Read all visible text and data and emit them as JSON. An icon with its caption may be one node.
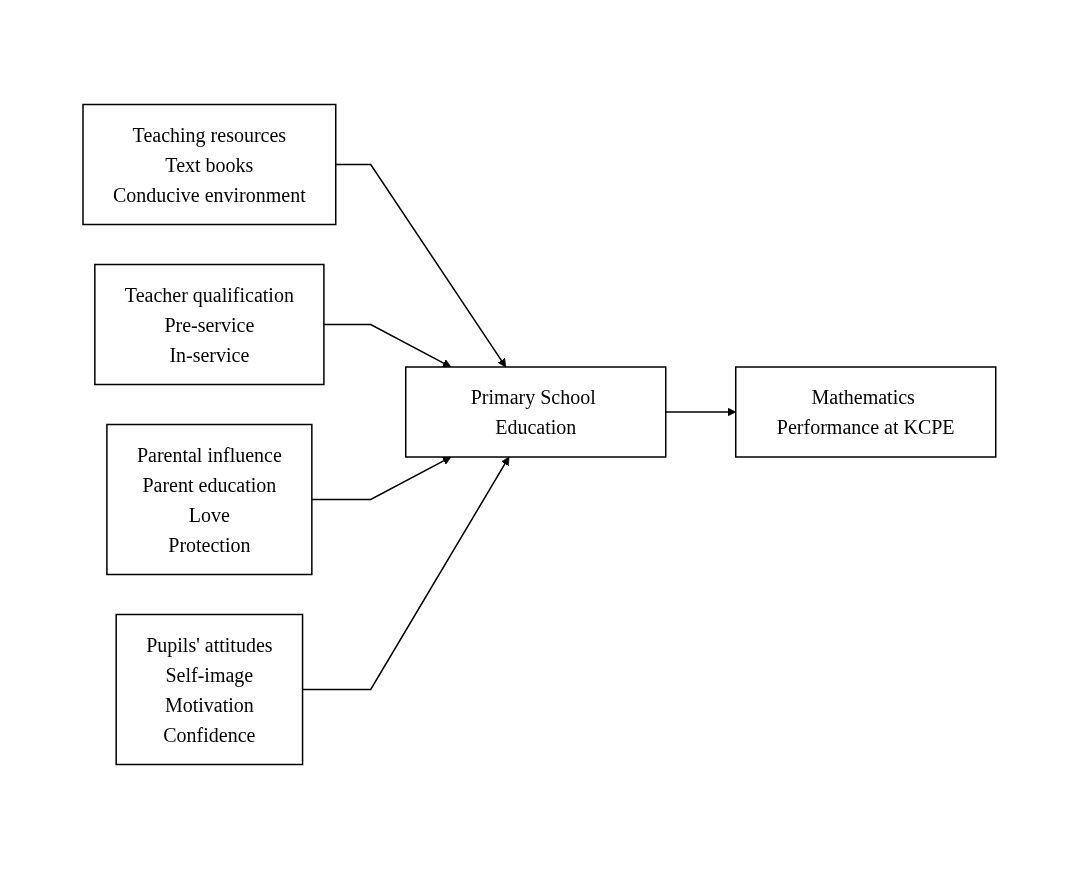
{
  "diagram": {
    "nodes": [
      {
        "text": [
          "Teaching resources",
          "Text books",
          "Conducive environment"
        ]
      },
      {
        "text": [
          "Teacher qualification",
          "Pre-service",
          "In-service"
        ]
      },
      {
        "text": [
          "Parental influence",
          "Parent education",
          "Love",
          "Protection"
        ]
      },
      {
        "text": [
          "Pupils' attitudes",
          "Self-image",
          "Motivation",
          "Confidence"
        ]
      },
      {
        "text": [
          "Primary School Education"
        ]
      },
      {
        "text": [
          "Mathematics Performance at KCPE"
        ]
      }
    ],
    "edges": [
      {
        "from": 0,
        "to": 4,
        "arrow": "to"
      },
      {
        "from": 1,
        "to": 4,
        "arrow": "to"
      },
      {
        "from": 2,
        "to": 4,
        "arrow": "to"
      },
      {
        "from": 3,
        "to": 4,
        "arrow": "to"
      },
      {
        "from": 4,
        "to": 5,
        "arrow": "to"
      }
    ]
  }
}
